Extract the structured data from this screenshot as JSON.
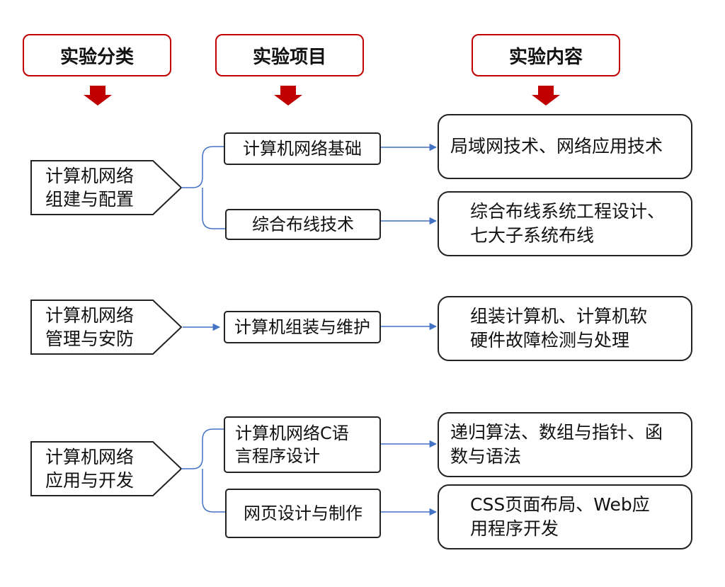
{
  "headers": {
    "category": "实验分类",
    "project": "实验项目",
    "content": "实验内容"
  },
  "categories": [
    {
      "label": "计算机网络\n组建与配置"
    },
    {
      "label": "计算机网络\n管理与安防"
    },
    {
      "label": "计算机网络\n应用与开发"
    }
  ],
  "projects": [
    {
      "label": "计算机网络基础"
    },
    {
      "label": "综合布线技术"
    },
    {
      "label": "计算机组装与维护"
    },
    {
      "label": "计算机网络C语\n言程序设计"
    },
    {
      "label": "网页设计与制作"
    }
  ],
  "contents": [
    {
      "label": "局域网技术、网络应用技术"
    },
    {
      "label": "综合布线系统工程设计、\n七大子系统布线"
    },
    {
      "label": "组装计算机、计算机软\n硬件故障检测与处理"
    },
    {
      "label": "递归算法、数组与指针、函\n数与语法"
    },
    {
      "label": "CSS页面布局、Web应\n用程序开发"
    }
  ],
  "colors": {
    "header_border": "#c00000",
    "down_arrow": "#c00000",
    "connector": "#4472c4",
    "box_border": "#222222"
  }
}
